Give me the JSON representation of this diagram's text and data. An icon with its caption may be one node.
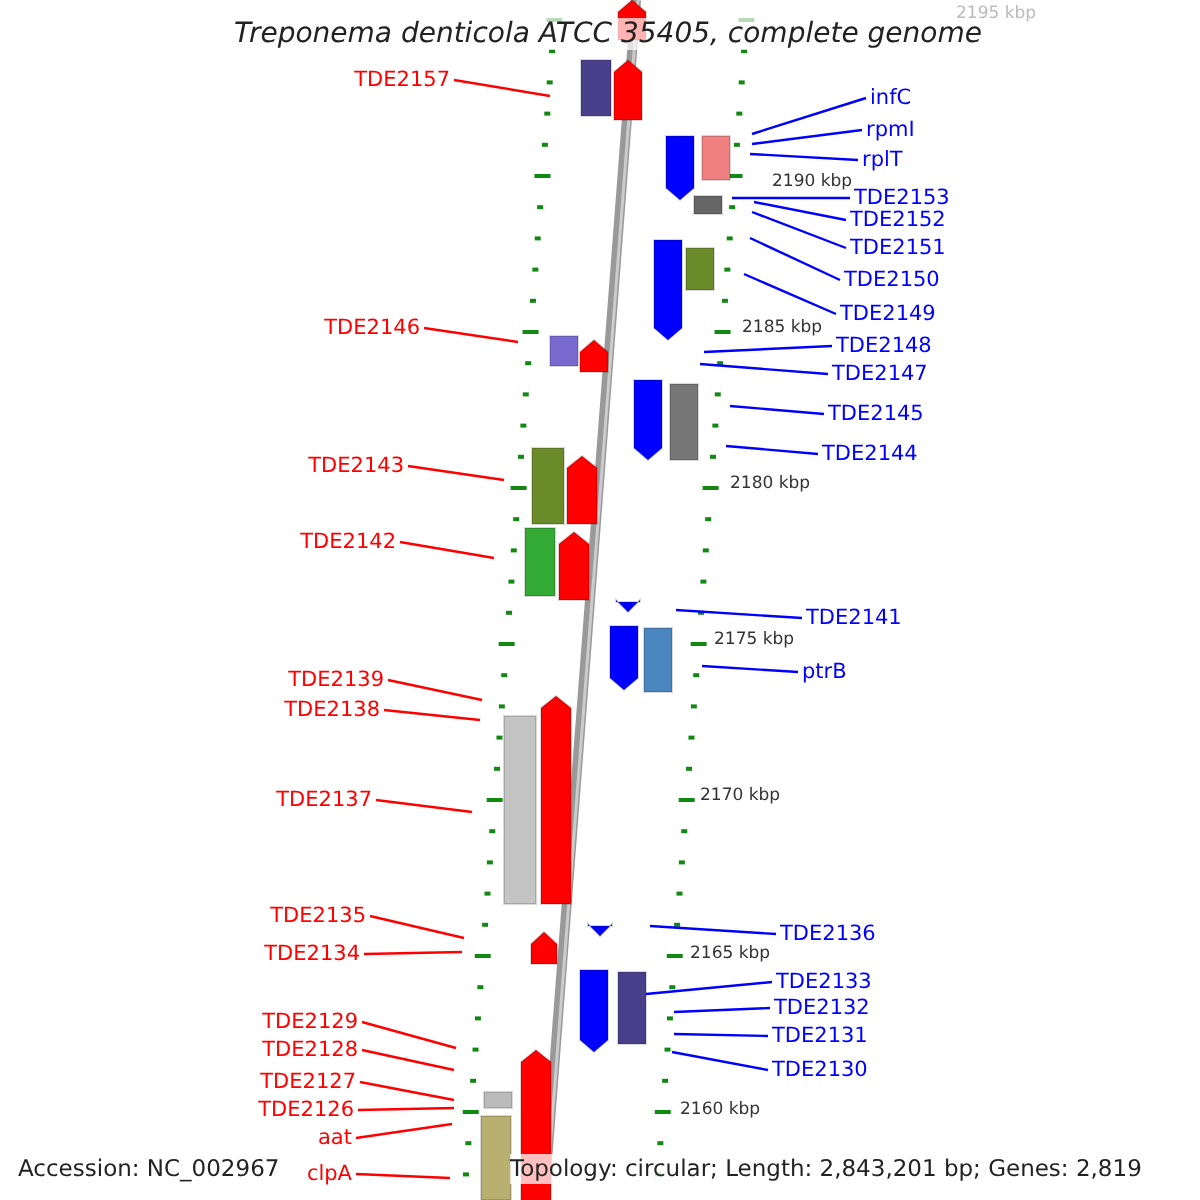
{
  "diagram": {
    "title": "Treponema denticola ATCC 35405, complete genome",
    "nodes": [
      {
        "text": [
          "TDE2157"
        ]
      },
      {
        "text": [
          "infC"
        ]
      },
      {
        "text": [
          "rpmI"
        ]
      },
      {
        "text": [
          "rplT"
        ]
      },
      {
        "text": [
          "TDE2153"
        ]
      },
      {
        "text": [
          "TDE2152"
        ]
      },
      {
        "text": [
          "TDE2151"
        ]
      },
      {
        "text": [
          "TDE2150"
        ]
      },
      {
        "text": [
          "TDE2149"
        ]
      },
      {
        "text": [
          "TDE2146"
        ]
      },
      {
        "text": [
          "TDE2148"
        ]
      },
      {
        "text": [
          "TDE2147"
        ]
      },
      {
        "text": [
          "TDE2145"
        ]
      },
      {
        "text": [
          "TDE2144"
        ]
      },
      {
        "text": [
          "TDE2143"
        ]
      },
      {
        "text": [
          "TDE2142"
        ]
      },
      {
        "text": [
          "TDE2141"
        ]
      },
      {
        "text": [
          "ptrB"
        ]
      },
      {
        "text": [
          "TDE2139"
        ]
      },
      {
        "text": [
          "TDE2138"
        ]
      },
      {
        "text": [
          "TDE2137"
        ]
      },
      {
        "text": [
          "TDE2135"
        ]
      },
      {
        "text": [
          "TDE2136"
        ]
      },
      {
        "text": [
          "TDE2134"
        ]
      },
      {
        "text": [
          "TDE2133"
        ]
      },
      {
        "text": [
          "TDE2132"
        ]
      },
      {
        "text": [
          "TDE2129"
        ]
      },
      {
        "text": [
          "TDE2131"
        ]
      },
      {
        "text": [
          "TDE2128"
        ]
      },
      {
        "text": [
          "TDE2130"
        ]
      },
      {
        "text": [
          "TDE2127"
        ]
      },
      {
        "text": [
          "TDE2126"
        ]
      },
      {
        "text": [
          "aat"
        ]
      },
      {
        "text": [
          "clpA"
        ]
      }
    ],
    "edges": [
      {
        "from": 0,
        "to": null,
        "arrow": "none",
        "color": "#ff0000"
      },
      {
        "from": 1,
        "to": null,
        "arrow": "none"
      },
      {
        "from": 2,
        "to": null,
        "arrow": "none"
      },
      {
        "from": 3,
        "to": null,
        "arrow": "none"
      },
      {
        "from": 4,
        "to": null,
        "arrow": "none"
      },
      {
        "from": 5,
        "to": null,
        "arrow": "none"
      },
      {
        "from": 6,
        "to": null,
        "arrow": "none"
      },
      {
        "from": 7,
        "to": null,
        "arrow": "none"
      },
      {
        "from": 8,
        "to": null,
        "arrow": "none"
      },
      {
        "from": 9,
        "to": null,
        "arrow": "none",
        "color": "#ff0000"
      },
      {
        "from": 10,
        "to": null,
        "arrow": "none"
      },
      {
        "from": 11,
        "to": null,
        "arrow": "none"
      },
      {
        "from": 12,
        "to": null,
        "arrow": "none"
      },
      {
        "from": 13,
        "to": null,
        "arrow": "none"
      },
      {
        "from": 14,
        "to": null,
        "arrow": "none",
        "color": "#ff0000"
      },
      {
        "from": 15,
        "to": null,
        "arrow": "none",
        "color": "#ff0000"
      },
      {
        "from": 16,
        "to": null,
        "arrow": "none"
      },
      {
        "from": 17,
        "to": null,
        "arrow": "none"
      },
      {
        "from": 18,
        "to": null,
        "arrow": "none",
        "color": "#ff0000"
      },
      {
        "from": 19,
        "to": null,
        "arrow": "none",
        "color": "#ff0000"
      },
      {
        "from": 20,
        "to": null,
        "arrow": "none",
        "color": "#ff0000"
      },
      {
        "from": 21,
        "to": null,
        "arrow": "none",
        "color": "#ff0000"
      },
      {
        "from": 22,
        "to": null,
        "arrow": "none"
      },
      {
        "from": 23,
        "to": null,
        "arrow": "none",
        "color": "#ff0000"
      },
      {
        "from": 24,
        "to": null,
        "arrow": "none"
      },
      {
        "from": 25,
        "to": null,
        "arrow": "none"
      },
      {
        "from": 26,
        "to": null,
        "arrow": "none",
        "color": "#ff0000"
      },
      {
        "from": 27,
        "to": null,
        "arrow": "none"
      },
      {
        "from": 28,
        "to": null,
        "arrow": "none",
        "color": "#ff0000"
      },
      {
        "from": 29,
        "to": null,
        "arrow": "none"
      },
      {
        "from": 30,
        "to": null,
        "arrow": "none",
        "color": "#ff0000"
      },
      {
        "from": 31,
        "to": null,
        "arrow": "none",
        "color": "#ff0000"
      },
      {
        "from": 32,
        "to": null,
        "arrow": "none",
        "color": "#ff0000"
      },
      {
        "from": 33,
        "to": null,
        "arrow": "none",
        "color": "#ff0000"
      }
    ],
    "labels": [
      "2195 kbp",
      "2190 kbp",
      "2185 kbp",
      "2180 kbp",
      "2175 kbp",
      "2170 kbp",
      "2165 kbp",
      "2160 kbp",
      "Accession: NC_002967",
      "Topology: circular; Length: 2,843,201 bp; Genes: 2,819"
    ]
  }
}
